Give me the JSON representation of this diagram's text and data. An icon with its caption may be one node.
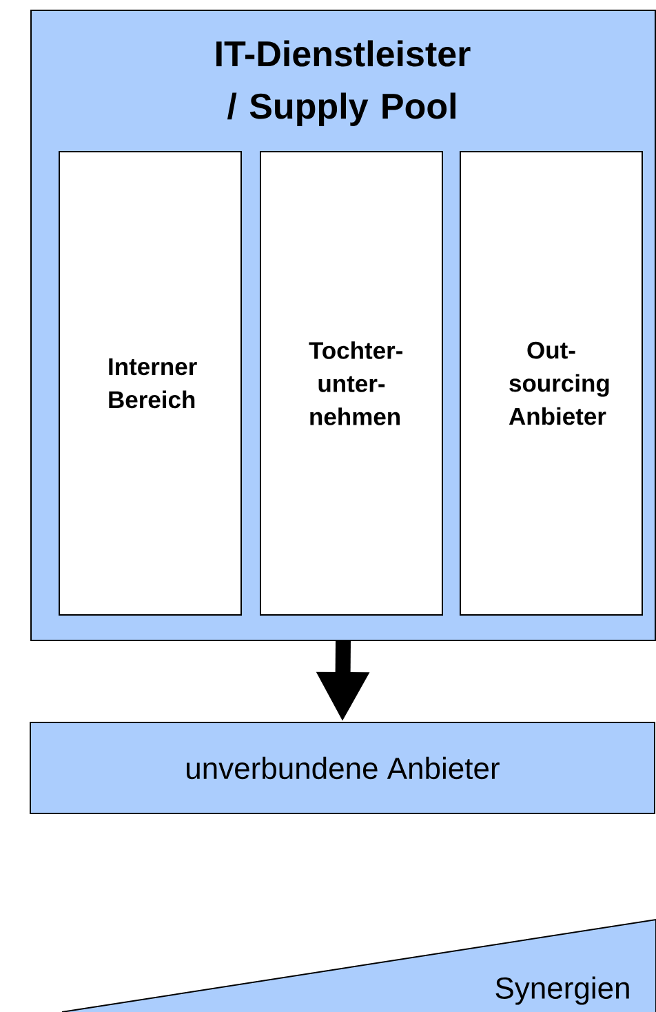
{
  "diagram": {
    "nodes": [
      {
        "text": [
          "IT-Dienstleister / Supply Pool"
        ]
      },
      {
        "text": [
          "Interner Bereich"
        ],
        "in": 0
      },
      {
        "text": [
          "Tochter- unter- nehmen"
        ],
        "in": 0
      },
      {
        "text": [
          "Out- sourcing Anbieter"
        ],
        "in": 0
      },
      {
        "text": [
          "unverbundene Anbieter"
        ]
      },
      {
        "text": [
          "Synergien"
        ]
      }
    ],
    "edges": [
      {
        "from": 0,
        "to": 4,
        "arrow": "to"
      }
    ]
  }
}
